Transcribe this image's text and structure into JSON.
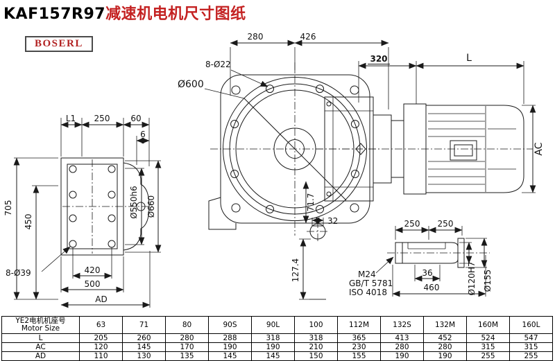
{
  "title": {
    "model": "KAF157R97",
    "suffix": "减速机电机尺寸图纸"
  },
  "logo": "BOSERL",
  "drawing": {
    "top_dims": {
      "d280": "280",
      "d426": "426",
      "bolt8": "8-Ø22",
      "d600": "Ø600",
      "d320": "320",
      "L": "L"
    },
    "left_dims": {
      "L1": "L1",
      "d250": "250",
      "d60": "60",
      "d6": "6",
      "d705": "705",
      "d450": "450",
      "holes8": "8-Ø39",
      "d420": "420",
      "d500": "500",
      "AD": "AD",
      "d550": "Ø550h6",
      "d660": "Ø660"
    },
    "center_dims": {
      "d717": "71.7"
    },
    "right_dims": {
      "AC": "AC"
    },
    "section_dims": {
      "d32": "32",
      "d1274": "127.4"
    },
    "shaft_dims": {
      "d250a": "250",
      "d250b": "250",
      "d36": "36",
      "d460": "460",
      "d120": "Ø120H7",
      "d155": "Ø155"
    },
    "notes": {
      "m24": "M24",
      "gbt": "GB/T 5781",
      "iso": "ISO 4018"
    }
  },
  "table": {
    "header_cn": "YE2电机机座号",
    "header_en": "Motor Size",
    "sizes": [
      "63",
      "71",
      "80",
      "90S",
      "90L",
      "100",
      "112M",
      "132S",
      "132M",
      "160M",
      "160L"
    ],
    "rows": [
      {
        "label": "L",
        "values": [
          "205",
          "260",
          "280",
          "288",
          "318",
          "318",
          "365",
          "413",
          "452",
          "524",
          "547"
        ]
      },
      {
        "label": "AC",
        "values": [
          "120",
          "145",
          "170",
          "190",
          "190",
          "210",
          "230",
          "280",
          "280",
          "315",
          "315"
        ]
      },
      {
        "label": "AD",
        "values": [
          "110",
          "130",
          "135",
          "145",
          "145",
          "150",
          "155",
          "190",
          "190",
          "255",
          "255"
        ]
      }
    ]
  }
}
